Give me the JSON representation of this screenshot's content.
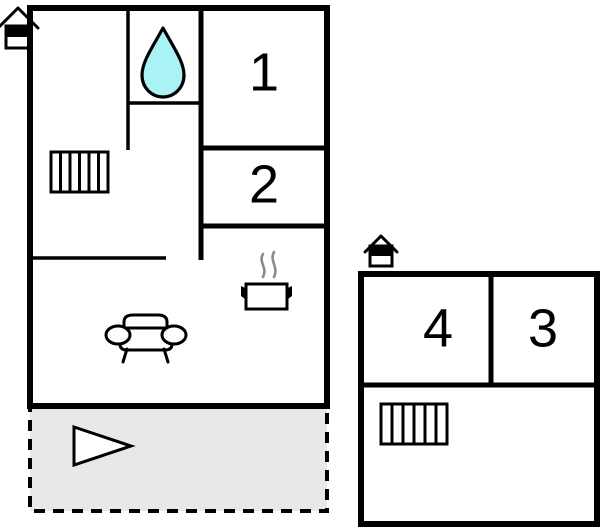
{
  "plan": {
    "title": "Floor plan",
    "background_color": "#ffffff",
    "wall_color": "#000000",
    "terrace_fill": "#e8e8e8",
    "water_drop_color": "#aaf3f5",
    "steam_color": "#8a8a8a"
  },
  "buildings": [
    {
      "id": "building-left",
      "name": "main-building",
      "entrance_marker": "house-icon",
      "rooms": [
        {
          "id": "room-1",
          "label": "1"
        },
        {
          "id": "room-2",
          "label": "2"
        }
      ],
      "icons": [
        {
          "name": "water-drop-icon",
          "meaning": "bathroom"
        },
        {
          "name": "stairs-icon",
          "meaning": "stairs"
        },
        {
          "name": "sofa-icon",
          "meaning": "living-room"
        },
        {
          "name": "cooking-pot-icon",
          "meaning": "kitchen"
        }
      ],
      "terrace": {
        "name": "terrace",
        "icon": "arrow-right-icon",
        "style": "dashed-outline-shaded"
      }
    },
    {
      "id": "building-right",
      "name": "annex-building",
      "entrance_marker": "house-icon",
      "rooms": [
        {
          "id": "room-4",
          "label": "4"
        },
        {
          "id": "room-3",
          "label": "3"
        }
      ],
      "icons": [
        {
          "name": "stairs-icon",
          "meaning": "stairs"
        }
      ]
    }
  ],
  "labels": {
    "room_1": "1",
    "room_2": "2",
    "room_3": "3",
    "room_4": "4"
  }
}
